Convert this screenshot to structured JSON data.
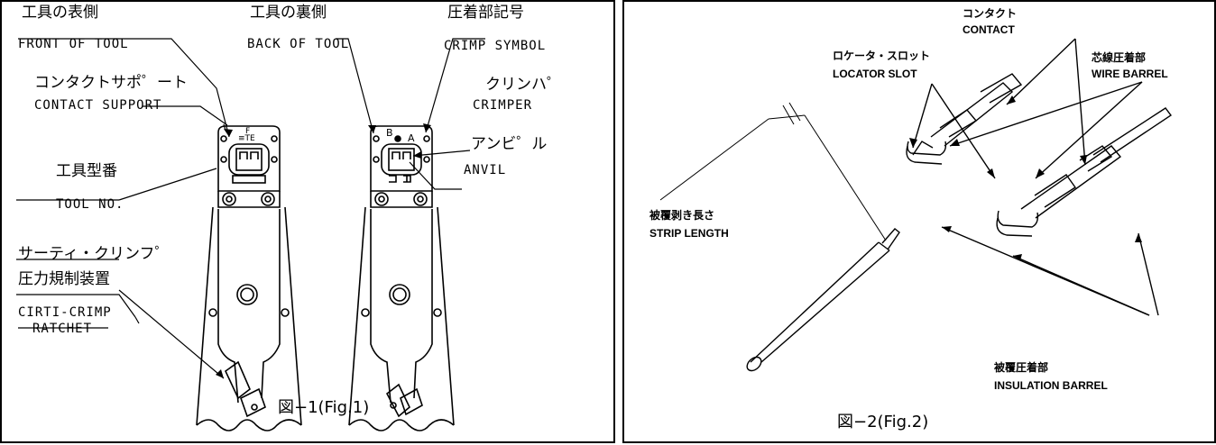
{
  "fig1": {
    "front_jp": "工具の表側",
    "front_en": "FRONT OF TOOL",
    "back_jp": "工具の裏側",
    "back_en": "BACK OF TOOL",
    "symbol_jp": "圧着部記号",
    "symbol_en": "CRIMP SYMBOL",
    "support_jp": "コンタクトサポ゜ート",
    "support_en": "CONTACT SUPPORT",
    "crimper_jp": "クリンハ゜",
    "crimper_en": "CRIMPER",
    "anvil_jp": "アンビ゜ル",
    "anvil_en": "ANVIL",
    "toolno_jp": "工具型番",
    "toolno_en": "TOOL NO.",
    "ratchet_jp1": "サーティ・クリンフ゜",
    "ratchet_jp2": "圧力規制装置",
    "ratchet_en1": "CIRTI-CRIMP",
    "ratchet_en2": "RATCHET",
    "mark_f": "F",
    "mark_te": "≡TE",
    "mark_b": "B",
    "mark_a": "A",
    "caption": "図−1(Fig.1)"
  },
  "fig2": {
    "contact_jp": "コンタクト",
    "contact_en": "CONTACT",
    "locator_jp": "ロケータ・スロット",
    "locator_en": "LOCATOR SLOT",
    "wire_jp": "芯線圧着部",
    "wire_en": "WIRE BARREL",
    "strip_jp": "被覆剥き長さ",
    "strip_en": "STRIP LENGTH",
    "ins_jp": "被覆圧着部",
    "ins_en": "INSULATION BARREL",
    "caption": "図−2(Fig.2)"
  }
}
